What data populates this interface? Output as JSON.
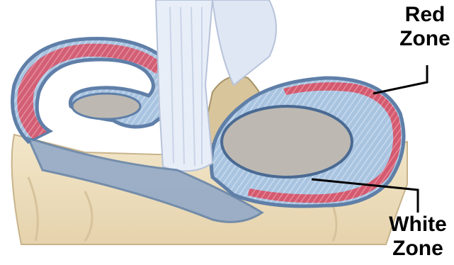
{
  "labels": {
    "red_zone": [
      "Red",
      "Zone"
    ],
    "white_zone": [
      "White",
      "Zone"
    ]
  },
  "colors": {
    "background": "#ffffff",
    "bone": "#ecdcb9",
    "bone_shadow": "#d9c59d",
    "meniscus_outer": "#5f7fa8",
    "meniscus_fill": "#a9c4e0",
    "red_zone": "#d45a6f",
    "cartilage": "#bdb9b2",
    "ligament": "#e8eef8",
    "leader_line": "#000000"
  }
}
